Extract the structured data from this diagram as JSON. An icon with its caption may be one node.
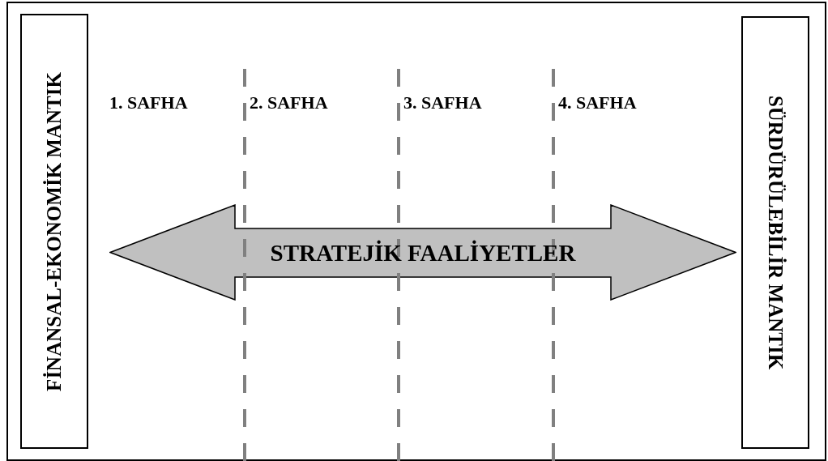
{
  "diagram": {
    "nodes": [
      {
        "text": [
          "FİNANSAL-EKONOMİK MANTIK"
        ]
      },
      {
        "text": [
          "SÜRDÜRÜLEBİLİR MANTIK"
        ]
      },
      {
        "text": [
          "STRATEJİK FAALİYETLER"
        ]
      }
    ],
    "labels": [
      "1. SAFHA",
      "2. SAFHA",
      "3. SAFHA",
      "4. SAFHA"
    ]
  }
}
